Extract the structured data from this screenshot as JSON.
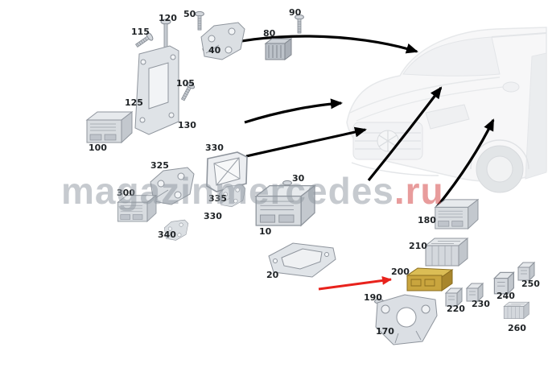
{
  "watermark": {
    "gray": "magazinmercedes",
    "red": ".ru"
  },
  "colors": {
    "arrow": "#000000",
    "annotation_arrow": "#e8221c",
    "highlight_front": "#c9a53e",
    "highlight_top": "#dbbd55",
    "highlight_side": "#a8862c",
    "part_fill": "#d7dbdf",
    "part_stroke": "#8f959d",
    "watermark_gray": "#8f97a0",
    "watermark_red": "#d23c3c"
  },
  "parts": [
    {
      "label": "115"
    },
    {
      "label": "120"
    },
    {
      "label": "50"
    },
    {
      "label": "40"
    },
    {
      "label": "80"
    },
    {
      "label": "90"
    },
    {
      "label": "105"
    },
    {
      "label": "125"
    },
    {
      "label": "130"
    },
    {
      "label": "100"
    },
    {
      "label": "325"
    },
    {
      "label": "300"
    },
    {
      "label": "330"
    },
    {
      "label": "335"
    },
    {
      "label": "330"
    },
    {
      "label": "340"
    },
    {
      "label": "30"
    },
    {
      "label": "10"
    },
    {
      "label": "20"
    },
    {
      "label": "180"
    },
    {
      "label": "210"
    },
    {
      "label": "200"
    },
    {
      "label": "190"
    },
    {
      "label": "170"
    },
    {
      "label": "220"
    },
    {
      "label": "230"
    },
    {
      "label": "240"
    },
    {
      "label": "250"
    },
    {
      "label": "260"
    }
  ]
}
